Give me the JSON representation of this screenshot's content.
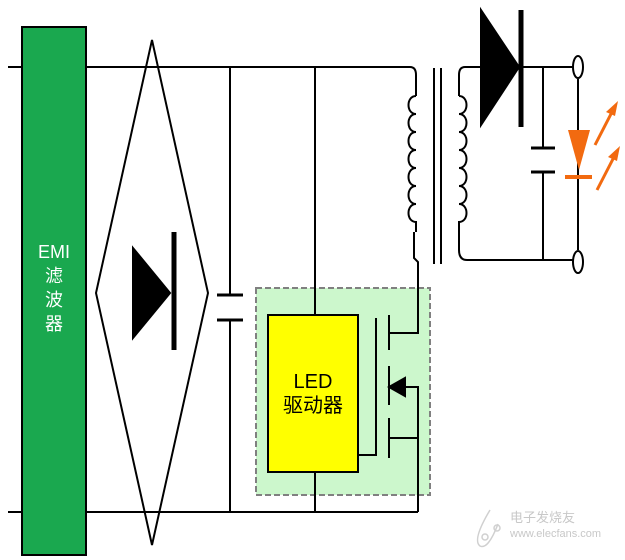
{
  "emi_filter": {
    "line1": "EMI",
    "line2": "滤",
    "line3": "波",
    "line4": "器"
  },
  "led_driver": {
    "line1": "LED",
    "line2": "驱动器"
  },
  "watermark": {
    "line1": "电子发烧友",
    "line2": "www.elecfans.com"
  },
  "colors": {
    "emi": "#1aa84f",
    "driver": "#ffff00",
    "driver_region": "#ccf7cc",
    "led": "#f26a10"
  }
}
